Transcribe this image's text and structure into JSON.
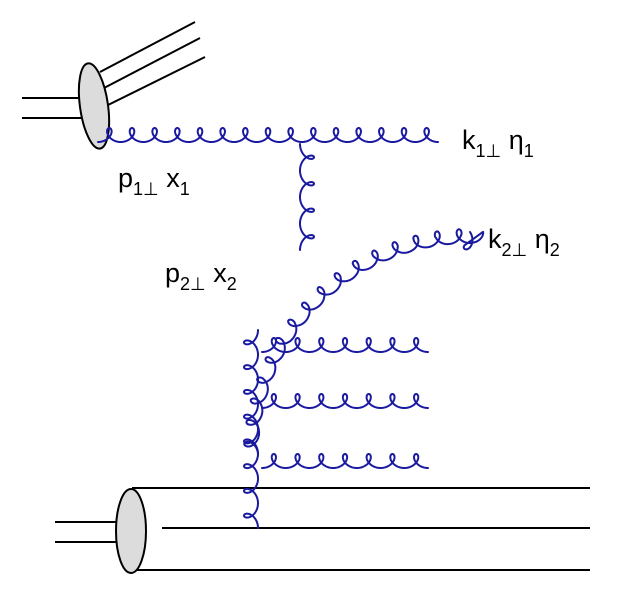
{
  "colors": {
    "gluon": "#1a1aa0",
    "line": "#000000",
    "blob_fill": "#dcdcdc"
  },
  "labels": {
    "k1": {
      "main": "k",
      "sub": "1⊥",
      "tail_main": " η",
      "tail_sub": "1"
    },
    "k2": {
      "main": "k",
      "sub": "2⊥",
      "tail_main": " η",
      "tail_sub": "2"
    },
    "p1": {
      "main": "p",
      "sub": "1⊥",
      "tail_main": " x",
      "tail_sub": "1"
    },
    "p2": {
      "main": "p",
      "sub": "2⊥",
      "tail_main": " x",
      "tail_sub": "2"
    }
  }
}
